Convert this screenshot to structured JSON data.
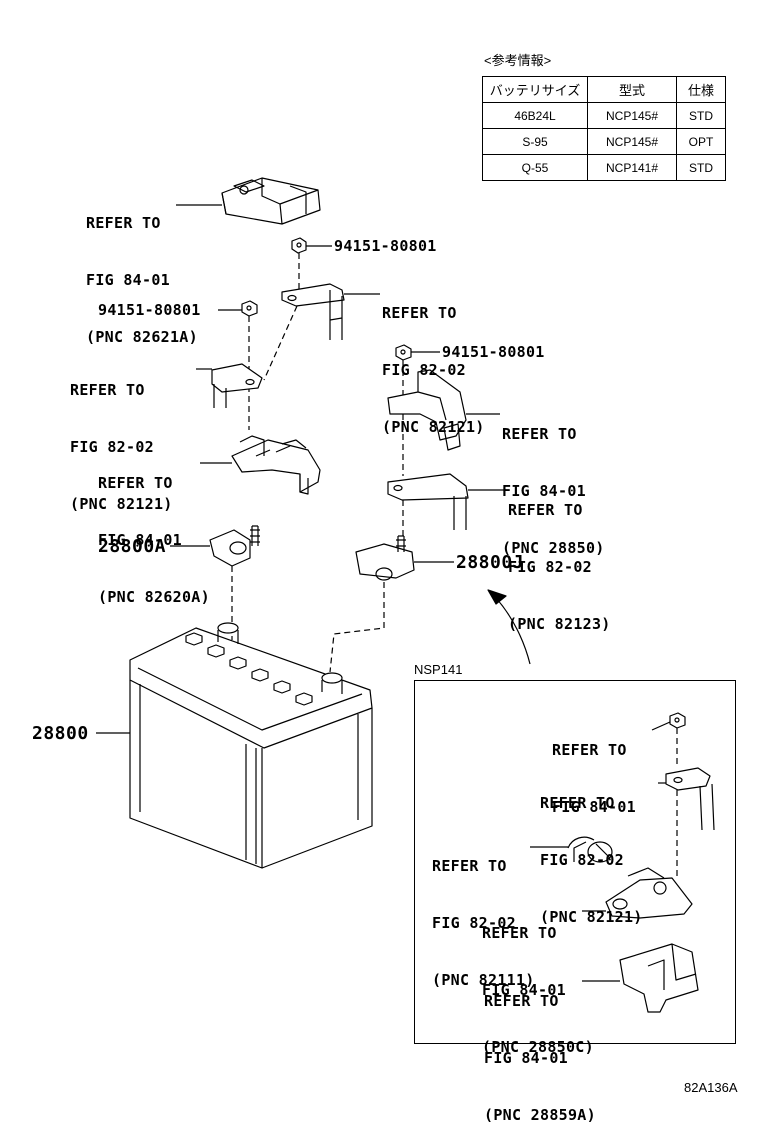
{
  "info_table": {
    "caption": "<参考情報>",
    "headers": [
      "バッテリサイズ",
      "型式",
      "仕様"
    ],
    "rows": [
      [
        "46B24L",
        "NCP145#",
        "STD"
      ],
      [
        "S-95",
        "NCP145#",
        "OPT"
      ],
      [
        "Q-55",
        "NCP141#",
        "STD"
      ]
    ]
  },
  "labels": {
    "top_cover": [
      "REFER TO",
      "FIG 84-01",
      "(PNC 82621A)"
    ],
    "nut_top": "94151-80801",
    "upper_right_cable": [
      "REFER TO",
      "FIG 82-02",
      "(PNC 82121)"
    ],
    "nut_left": "94151-80801",
    "left_cable": [
      "REFER TO",
      "FIG 82-02",
      "(PNC 82121)"
    ],
    "nut_right": "94151-80801",
    "right_cover": [
      "REFER TO",
      "FIG 84-01",
      "(PNC 28850)"
    ],
    "left_cover": [
      "REFER TO",
      "FIG 84-01",
      "(PNC 82620A)"
    ],
    "right_cable": [
      "REFER TO",
      "FIG 82-02",
      "(PNC 82123)"
    ],
    "terminal_a": "28800A",
    "terminal_j": "28800J",
    "battery": "28800"
  },
  "inset": {
    "title": "NSP141",
    "nut": [
      "REFER TO",
      "FIG 84-01"
    ],
    "cable1": [
      "REFER TO",
      "FIG 82-02",
      "(PNC 82121)"
    ],
    "cable2": [
      "REFER TO",
      "FIG 82-02",
      "(PNC 82111)"
    ],
    "cover1": [
      "REFER TO",
      "FIG 84-01",
      "(PNC 28850C)"
    ],
    "cover2": [
      "REFER TO",
      "FIG 84-01",
      "(PNC 28859A)"
    ]
  },
  "figure_id": "82A136A"
}
